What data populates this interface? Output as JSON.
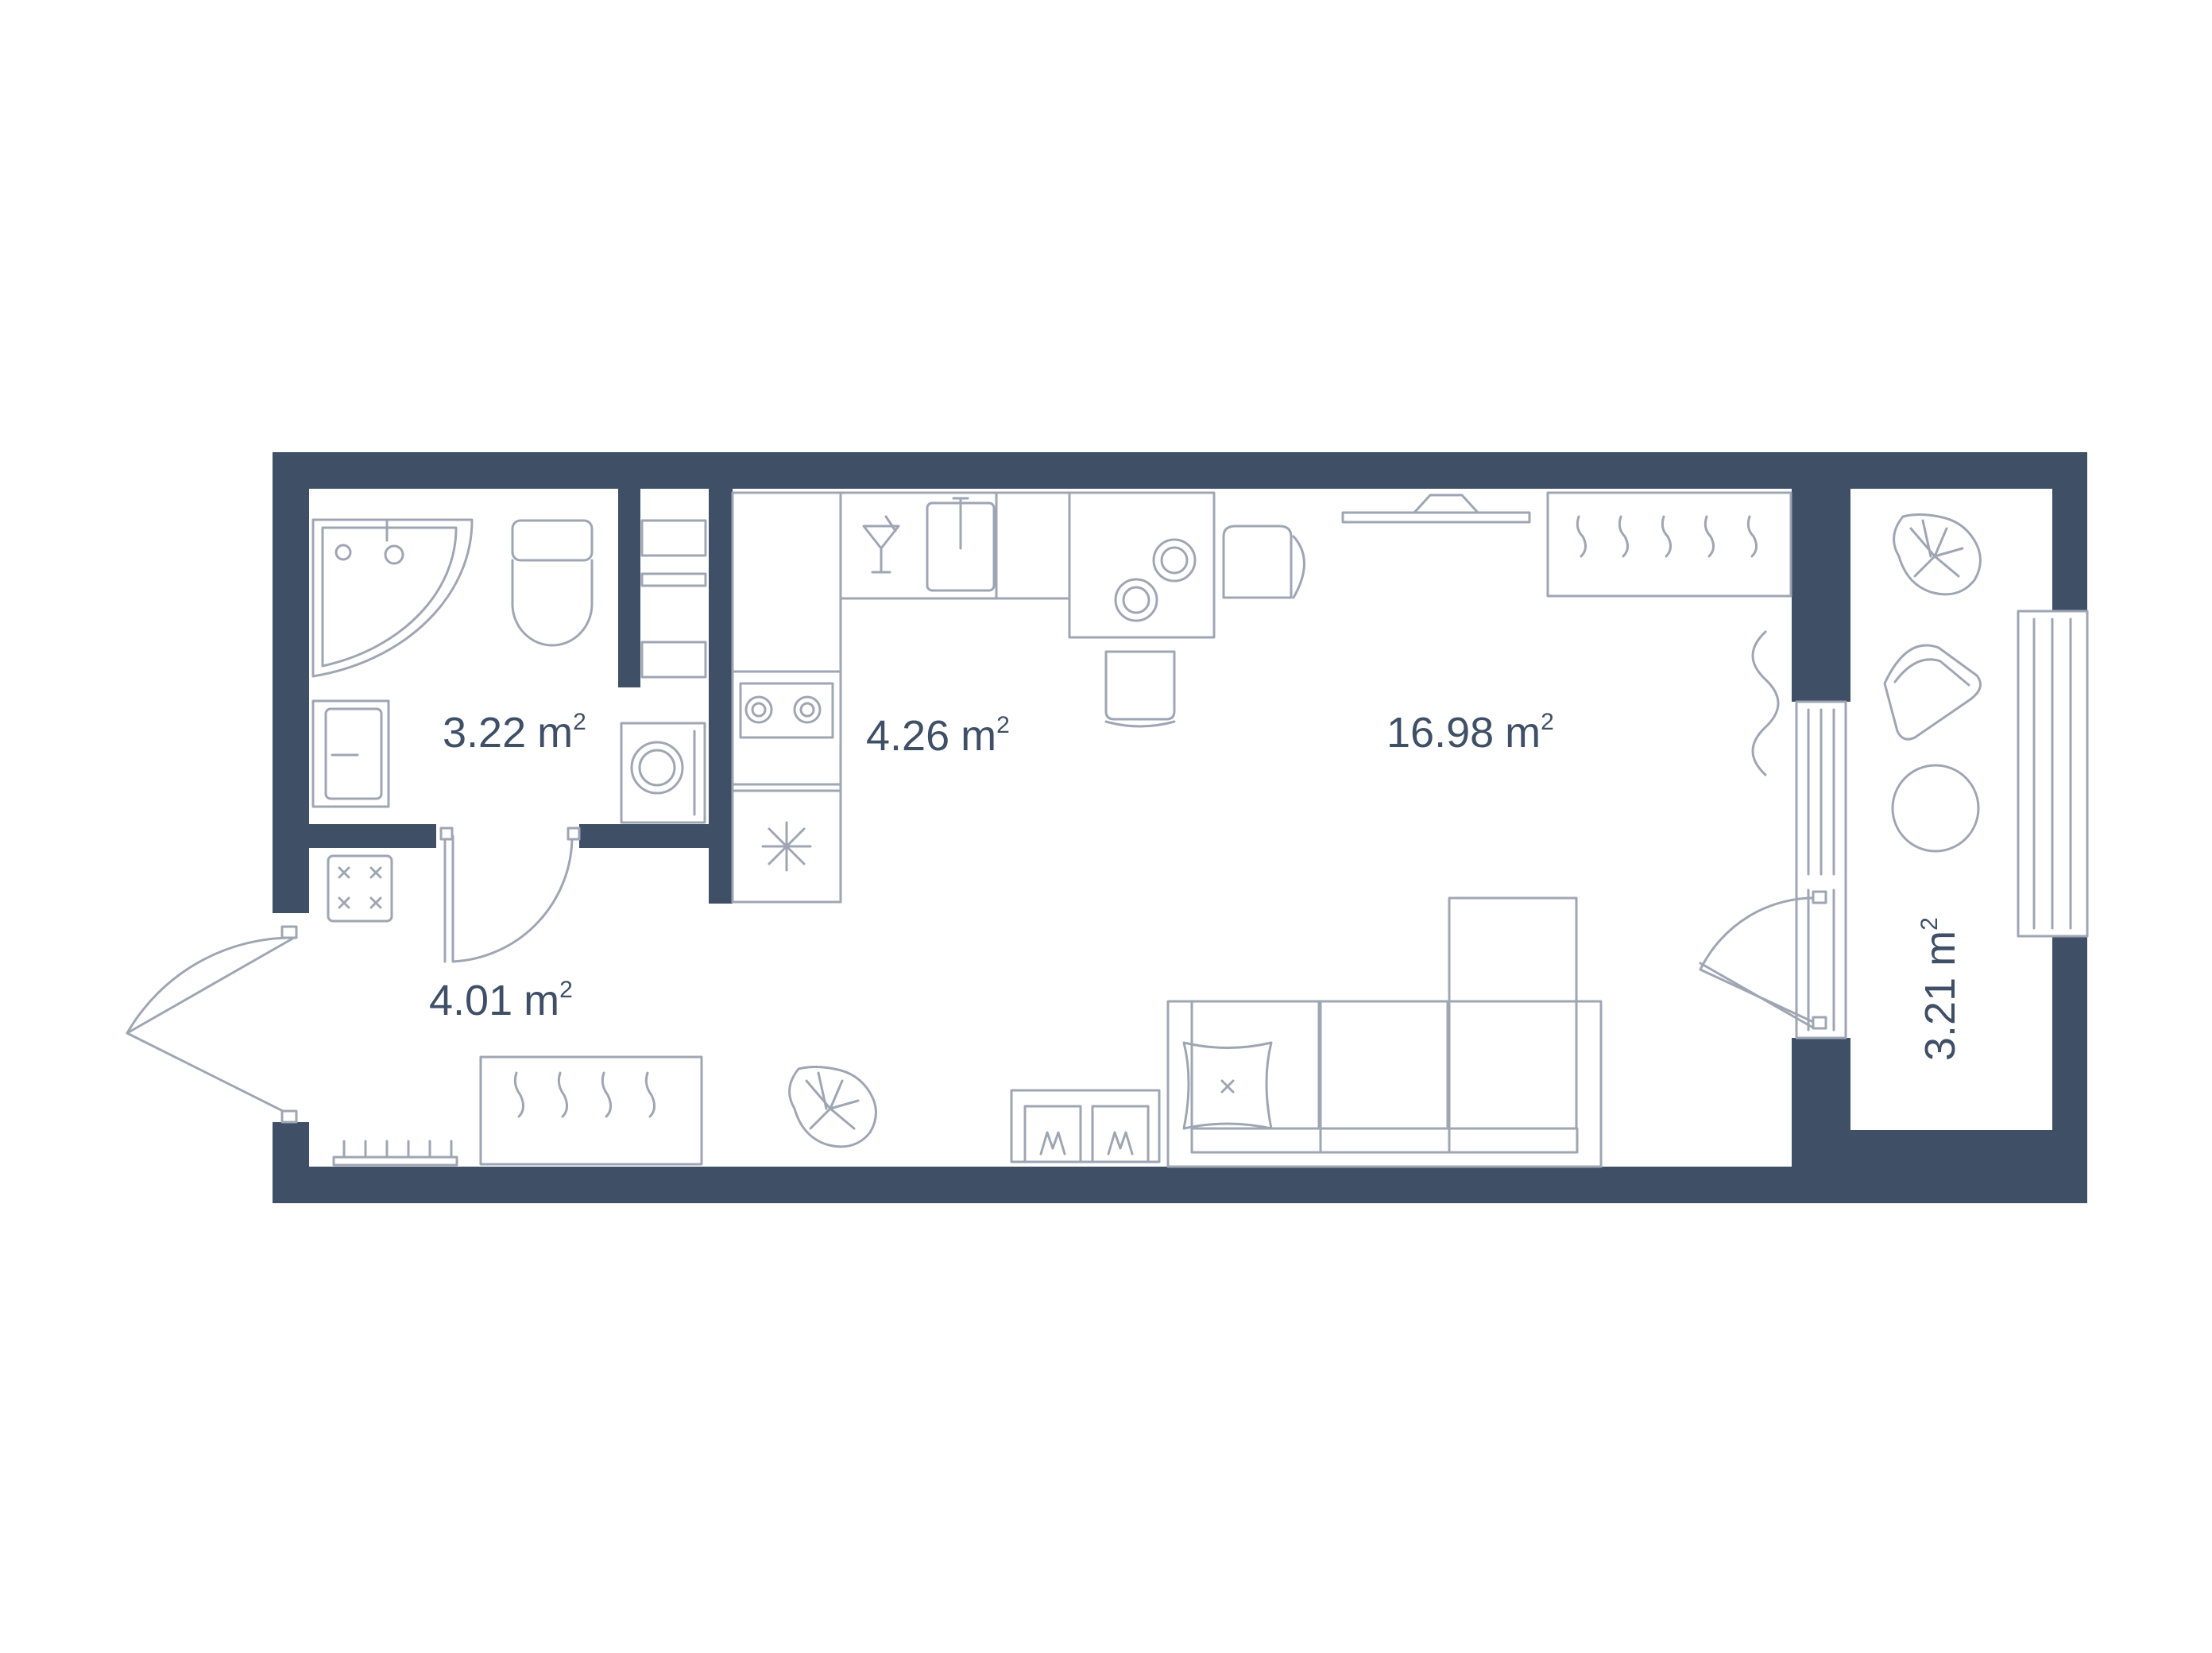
{
  "unit": "m",
  "unit_power": "2",
  "colors": {
    "wall": "#3e4f66",
    "fixture": "#9fa6b3",
    "background": "#ffffff",
    "label": "#3e4f66"
  },
  "rooms": [
    {
      "id": "bathroom",
      "area": "3.22"
    },
    {
      "id": "kitchen",
      "area": "4.26"
    },
    {
      "id": "living",
      "area": "16.98"
    },
    {
      "id": "hallway",
      "area": "4.01"
    },
    {
      "id": "balcony",
      "area": "3.21"
    }
  ],
  "icons": [
    "shower-icon",
    "toilet-icon",
    "sink-icon",
    "washing-machine-icon",
    "cooktop-icon",
    "fridge-icon",
    "kitchen-sink-icon",
    "cocktail-glass-icon",
    "dining-table-icon",
    "chair-icon",
    "tv-icon",
    "wardrobe-icon",
    "curtain-icon",
    "sofa-icon",
    "cushion-icon",
    "storage-boxes-icon",
    "plant-icon",
    "shoe-rack-icon",
    "electric-panel-icon",
    "balcony-chair-icon",
    "balcony-table-icon",
    "door-icon",
    "window-icon"
  ]
}
